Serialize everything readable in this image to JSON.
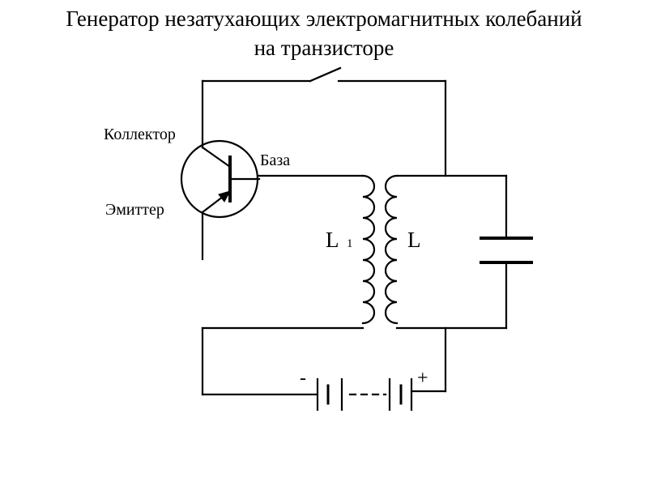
{
  "title": {
    "line1": "Генератор незатухающих электромагнитных колебаний",
    "line2": "на транзисторе"
  },
  "labels": {
    "collector": "Коллектор",
    "base": "База",
    "emitter": "Эмиттер",
    "coil_l1_letter": "L",
    "coil_l1_sub": "1",
    "coil_l": "L",
    "minus": "-",
    "plus": "+"
  },
  "components": [
    "transistor",
    "switch",
    "coil-L1",
    "coil-L",
    "capacitor",
    "battery"
  ]
}
